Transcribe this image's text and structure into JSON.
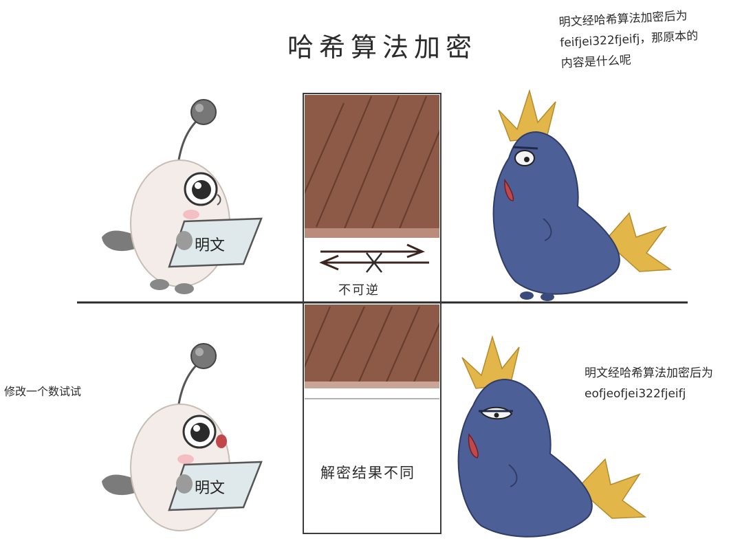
{
  "title": "哈希算法加密",
  "notes": {
    "top_right": {
      "line1": "明文经哈希算法加密后为",
      "line2": "feifjei322fjeifj，那原本的",
      "line3": "内容是什么呢"
    },
    "bottom_right": {
      "line1": "明文经哈希算法加密后为",
      "line2": "eofjeofjei322fjeifj"
    },
    "left": "修改一个数试试"
  },
  "labels": {
    "irreversible": "不可逆",
    "result_differs": "解密结果不同",
    "tablet_top": "明文",
    "tablet_bottom": "明文"
  },
  "colors": {
    "block": "#8d5a47",
    "block_stripe": "#5e3426",
    "character_body": "#f4ece8",
    "bird_body": "#4c5f97",
    "bird_crest": "#e3b64a",
    "tablet": "#dfe9ec",
    "ink": "#2b2b2b"
  }
}
